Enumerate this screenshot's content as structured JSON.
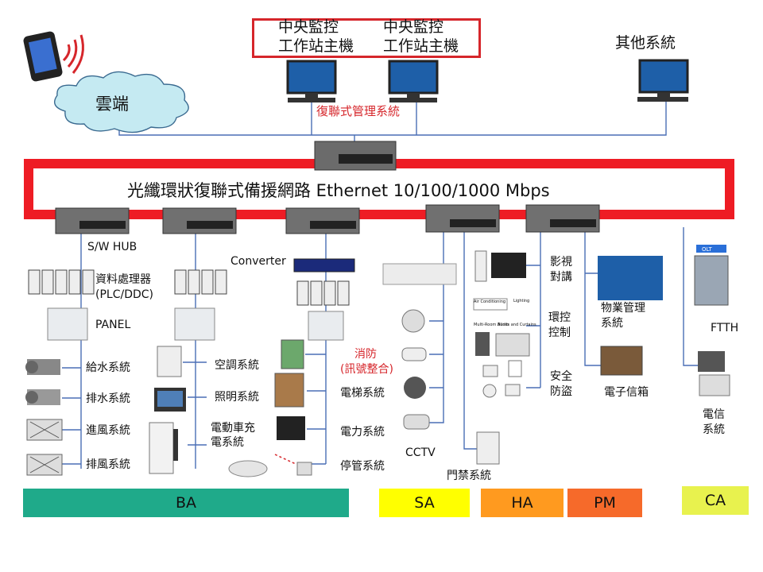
{
  "title": {
    "workstation_1": "中央監控\n工作站主機",
    "workstation_1_l1": "中央監控",
    "workstation_1_l2": "工作站主機",
    "workstation_2_l1": "中央監控",
    "workstation_2_l2": "工作站主機",
    "other_systems": "其他系統",
    "management": "復聯式管理系統",
    "cloud": "雲端",
    "ring": "光纖環狀復聯式備援網路 Ethernet 10/100/1000 Mbps"
  },
  "labels": {
    "sw_hub": "S/W HUB",
    "converter": "Converter",
    "plc_l1": "資料處理器",
    "plc_l2": "(PLC/DDC)",
    "panel": "PANEL",
    "water_supply": "給水系統",
    "drainage": "排水系統",
    "air_intake": "進風系統",
    "exhaust": "排風系統",
    "aircon": "空調系統",
    "lighting": "照明系統",
    "ev_charge_l1": "電動車充",
    "ev_charge_l2": "電系統",
    "fire_l1": "消防",
    "fire_l2": "(訊號整合)",
    "elevator": "電梯系統",
    "power": "電力系統",
    "parking": "停管系統",
    "cctv": "CCTV",
    "access": "門禁系統",
    "video_l1": "影視",
    "video_l2": "對講",
    "env_l1": "環控",
    "env_l2": "控制",
    "security_l1": "安全",
    "security_l2": "防盜",
    "property_l1": "物業管理",
    "property_l2": "系統",
    "ebox": "電子信箱",
    "ftth": "FTTH",
    "olt": "OLT",
    "telecom_l1": "電信",
    "telecom_l2": "系統",
    "aircon_panel": "Air Conditioning",
    "lighting_panel": "Lighting",
    "multiroom": "Multi-Room Audio",
    "blinds": "Blinds and Curtains"
  },
  "categories": [
    {
      "name": "BA",
      "color": "#1faa8a"
    },
    {
      "name": "SA",
      "color": "#ffff00"
    },
    {
      "name": "HA",
      "color": "#ff9a1f"
    },
    {
      "name": "PM",
      "color": "#f66a2a"
    },
    {
      "name": "CA",
      "color": "#e8f24e"
    }
  ],
  "colors": {
    "ring": "#ee1c24",
    "line": "#4a6fb5",
    "parking_dash": "#d6262b"
  }
}
